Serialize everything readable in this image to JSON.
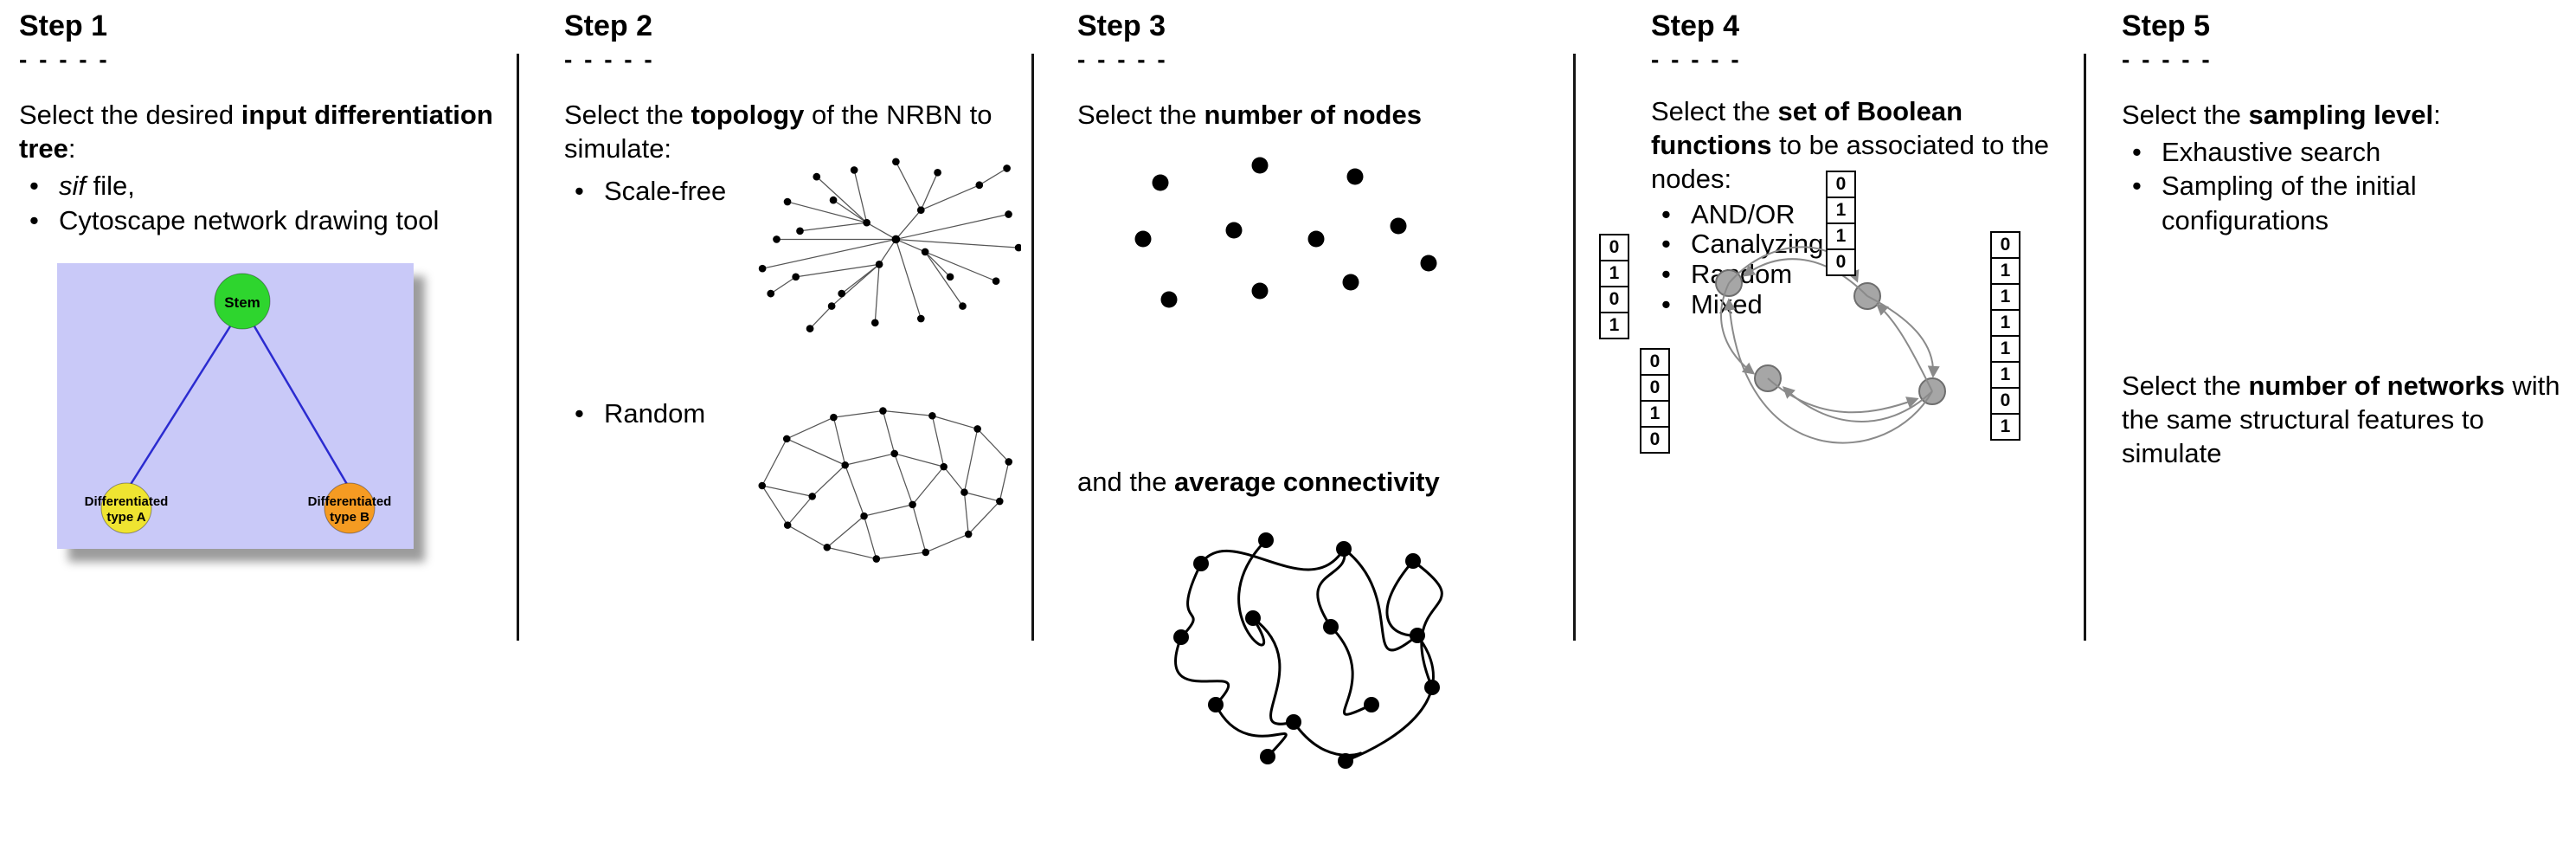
{
  "bullet_char": "•",
  "steps": [
    {
      "title": "Step 1",
      "dashes": "- - - - -",
      "intro": {
        "pre": "Select the desired ",
        "bold": "input differentiation tree",
        "post": ":"
      },
      "bullets": [
        {
          "italic": "sif",
          "text": " file,"
        },
        {
          "italic": "",
          "text": "Cytoscape network drawing tool"
        }
      ],
      "tree": {
        "stem": "Stem",
        "type_a_line1": "Differentiated",
        "type_a_line2": "type A",
        "type_b_line1": "Differentiated",
        "type_b_line2": "type B",
        "colors": {
          "background": "#c9c9f8",
          "stem": "#2ed52e",
          "type_a": "#efe431",
          "type_b": "#f59b22",
          "edge": "#2b2bd0"
        }
      }
    },
    {
      "title": "Step 2",
      "dashes": "- - - - -",
      "intro": {
        "pre": "Select the ",
        "bold": "topology",
        "post": " of the NRBN to simulate:"
      },
      "bullets": [
        {
          "label": "Scale-free"
        },
        {
          "label": "Random"
        }
      ]
    },
    {
      "title": "Step 3",
      "dashes": "- - - - -",
      "line1": {
        "pre": "Select the ",
        "bold": "number of nodes"
      },
      "line2": {
        "pre": "and the ",
        "bold": "average connectivity"
      }
    },
    {
      "title": "Step 4",
      "dashes": "- - - - -",
      "intro": {
        "pre": "Select the ",
        "bold": "set of Boolean functions",
        "post": " to be associated to the nodes:"
      },
      "bullets": [
        {
          "label": "AND/OR"
        },
        {
          "label": "Canalyzing"
        },
        {
          "label": "Random"
        },
        {
          "label": "Mixed"
        }
      ],
      "node_color": "#a6a6a6",
      "truth_tables": {
        "left": [
          "0",
          "1",
          "0",
          "1"
        ],
        "top": [
          "0",
          "1",
          "1",
          "0"
        ],
        "bottom_left": [
          "0",
          "0",
          "1",
          "0"
        ],
        "right": [
          "0",
          "1",
          "1",
          "1",
          "1",
          "1",
          "0",
          "1"
        ]
      }
    },
    {
      "title": "Step 5",
      "dashes": "- - - - -",
      "intro": {
        "pre": "Select the ",
        "bold": "sampling level",
        "post": ":"
      },
      "bullets": [
        {
          "label": "Exhaustive search"
        },
        {
          "label": "Sampling of the initial configurations"
        }
      ],
      "second": {
        "pre": "Select the ",
        "bold": "number of networks",
        "post": " with the same structural features to simulate"
      }
    }
  ]
}
